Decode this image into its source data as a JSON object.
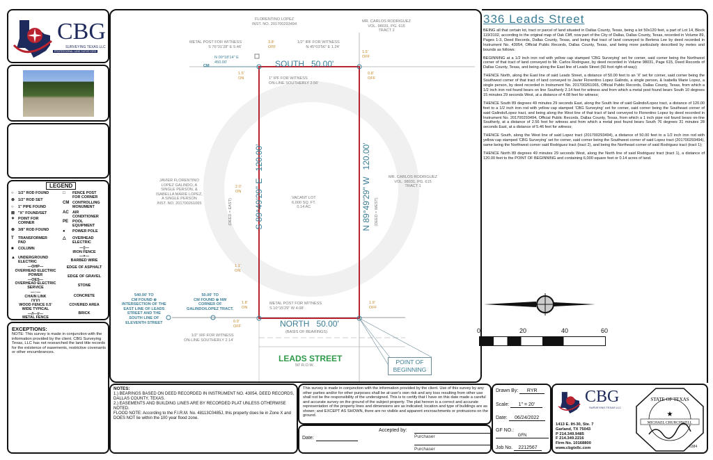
{
  "company": {
    "name": "CBG",
    "subtitle": "SURVEYING TEXAS LLC",
    "tagline": "PROFESSIONAL LAND SURVEYORS",
    "address": [
      "1413 E. IH-30, Ste. 7",
      "Garland, TX 75043",
      "P 214.349.9485",
      "F 214.349.2216",
      "Firm No. 10168800",
      "www.cbgtxllc.com"
    ],
    "colors": {
      "navy": "#1f2a5c",
      "red": "#b8232f"
    }
  },
  "legend": {
    "title": "LEGEND",
    "left": [
      "1/2\" ROD FOUND",
      "1/2\" ROD SET",
      "1\" PIPE FOUND",
      "\"X\" FOUND/SET",
      "POINT FOR\nCORNER",
      "3/8\" ROD FOUND",
      "TRANSFORMER\nPAD",
      "COLUMN",
      "UNDERGROUND\nELECTRIC"
    ],
    "left_symbols": [
      "○",
      "⊛",
      "○",
      "⊠",
      "✦",
      "⊛",
      "T",
      "■",
      "▲"
    ],
    "right": [
      "FENCE POST\nFOR CORNER",
      "CONTROLLING\nMONUMENT",
      "AIR\nCONDITIONER",
      "POOL\nEQUIPMENT",
      "POWER POLE",
      "OVERHEAD\nELECTRIC"
    ],
    "right_symbols": [
      "□",
      "CM",
      "AC",
      "PE",
      "●",
      "△"
    ],
    "lines": [
      "—OHP—\nOVERHEAD ELECTRIC\nPOWER",
      "—OES—\nOVERHEAD ELECTRIC\nSERVICE",
      "—○—\nCHAIN LINK",
      "⊓⊓⊓\nWOOD FENCE 0.5'\nWIDE TYPICAL",
      "—//—//—\nMETAL FENCE"
    ],
    "lines_right": [
      "—▯—\nIRON FENCE",
      "—×—\nBARBED WIRE",
      "EDGE OF ASPHALT",
      "EDGE OF GRAVEL",
      "STONE",
      "CONCRETE",
      "COVERED AREA",
      "BRICK"
    ]
  },
  "exceptions": {
    "title": "EXCEPTIONS:",
    "text": "NOTE: This survey is made in conjunction with the information provided by the client. CBG Surveying Texas, LLC has not researched the land title records for the existence of easements, restrictive covenants or other encumbrances."
  },
  "plat": {
    "north_owner": "FLORENTINO LOPEZ\nINST. NO. 201700293494",
    "east_owner_tract2": "MR. CARLOS RODRIGUEZ\nVOL. 98031, PG. 615\nTRACT 2",
    "east_owner_tract1": "MR. CARLOS RODRIGUEZ\nVOL. 98031, PG. 615\nTRACT 1",
    "west_owner": "JAVIER FLORENTINO\nLOPEZ GALINDO, A\nSINGLE PERSON, &\nISABELLA MARIE LOPEZ,\nA SINGLE PERSON\nINST. NO. 201700261065",
    "metal_post_nw": "METAL POST FOR WITNESS\nS 76°31'28\" E 5.46'",
    "irf_ne": "1/2\" IRF FOR WITNESS\nN 45°03'56\" E 1.24'",
    "ipf_nw": "1\" IPF FOR WITNESS\nON-LINE SOUTHERLY 2.56'",
    "cm_label": "CM",
    "cm_bearing": "N 00°18'14\" E\n450.00'",
    "top_call": "SOUTH   50.00'",
    "left_call": "S 89°49'29\" E   120.00'",
    "left_deed": "(DEED = EAST)",
    "right_call": "N 89°49'29\" W   120.00'",
    "right_deed": "(DEED = WEST)",
    "bottom_call": "NORTH   50.00'",
    "basis": "(BASIS OF BEARINGS)",
    "lot": "VACANT LOT\n6,000 SQ. FT.\n0.14 AC",
    "offsets": {
      "nw_off": "3.8'\nOFF",
      "nw_on": "1.5'\nON",
      "ne_off": "1.5'\nOFF",
      "ne_off2": "0.8'\nOFF",
      "w_on": "2.0'\nON",
      "sw_on1": "1.1'\nON",
      "sw_on2": "1.8'\nON",
      "sw_off": "0.9'\nOFF",
      "se_off": "1.9'\nOFF"
    },
    "metal_post_sw": "METAL POST FOR WITNESS\nS 10°15'29\" W 4.08'",
    "irf_sw": "1/2\" IRF FOR WITNESS\nON-LINE SOUTHERLY 2.14'",
    "cm_540": "540.00' TO\nCM FOUND ⊕\nINTERSECTION OF THE\nEAST LINE OF LEADS\nSTREET AND THE\nSOUTH LINE OF\nELEVENTH STREET",
    "cm_50": "50.00' TO\nCM FOUND ⊕ NW\nCORNER OF\nGALINDO/LOPEZ TRACT.",
    "street": "LEADS STREET",
    "row": "50' R.O.W.",
    "pob": "POINT OF\nBEGINNING",
    "colors": {
      "boundary": "#b8232f",
      "calls": "#3a7d96",
      "offsets": "#c98a2a",
      "street": "#2f9a4a"
    }
  },
  "scale_bar": {
    "ticks": [
      "0",
      "20",
      "40",
      "60"
    ]
  },
  "description": {
    "title": "336 Leads Street",
    "paragraphs": [
      "BEING all that certain lot, tract or parcel of land situated in Dallas County, Texas, being a lot 50x120 feet, a part of Lot 14, Block 119/3102, according to the original map of Oak Cliff, now part of the City of Dallas, Dallas County, Texas, recorded in Volume 89, Pages 1-3, Deed Records, Dallas County, Texas, and being that tract of land conveyed to Berlena Lee by deed recorded in Instrument No. 43054, Official Public Records, Dallas County, Texas, and being more particularly described by metes and bounds as follows:",
      "BEGINNING at a 1/2 inch iron rod with yellow cap stamped 'CBG Surveying' set for corner, said corner being the Northwest corner of that tract of land conveyed to Mr. Carlos Rodriguez, by deed recorded in Volume 98031, Page 615, Deed Records of Dallas County, Texas, and being along the East line of Leads Street (50 foot right-of-way);",
      "THENCE North, along the East line of said Leads Street, a distance of 50.00 feet to an 'X' set for corner, said corner being the Southwest corner of that tract of land conveyed to Javier Florentino Lopez Galindo, a single person, & Isabella Marie Lopez, a single person, by deed recorded in Instrument No. 201700261065, Official Public Records, Dallas County, Texas, from which a 1/2 inch iron rod found bears on line Southerly 2.14 feet for witness and from which a metal post found bears South 10 degrees 15 minutes 29 seconds West, at a distance of 4.08 feet for witness;",
      "THENCE South 89 degrees 49 minutes 29 seconds East, along the South line of said Galindo/Lopez tract, a distance of 120.00 feet to a 1/2 inch iron rod with yellow cap stamped 'CBG Surveying' set for corner, said corner being the Southeast corner of said Galindo/Lopez tract, and being along the West line of that tract of land conveyed to Florentino Lopez by deed recorded in Instrument No. 201700293494, Official Public Records, Dallas County, Texas, from which a 1 inch pipe rod found bears on-line Southerly, at a distance of 2.56 feet for witness and from which a metal post found bears South 76 degrees 31 minutes 28 seconds East, at a distance of 5.46 feet for witness;",
      "THENCE South, along the West line of said Lopez tract (201700293494), a distance of 50.00 feet to a 1/2 inch iron rod with yellow cap stamped 'CBG Surveying' set for corner, said corner being the Southwest corner of said Lopez tract (201700293494), same being the Northwest corner said Rodriguez tract (tract 2), and being the Northeast corner of said Rodriguez tract (tract 1);",
      "THENCE North 89 degrees 49 minutes 29 seconds West, along the North line of said Rodriguez tract (tract 1), a distance of 120.00 feet to the POINT OF BEGINNING and containing 6,000 square feet or 0.14 acres of land."
    ]
  },
  "notes": {
    "title": "NOTES:",
    "lines": [
      "1.) BEARINGS BASED ON DEED RECORDED IN INSTRUMENT NO. 43054, DEED RECORDS, DALLAS COUNTY, TEXAS.",
      "2.) EASEMENTS AND BUILDING LINES ARE BY RECORDED PLAT UNLESS OTHERWISE NOTED.",
      "FLOOD NOTE: According to the F.I.R.M. No. 48113C0485J, this property does lie in Zone X and DOES NOT lie within the 100 year flood zone."
    ]
  },
  "certification": "This survey is made in conjunction with the information provided by the client. Use of this survey by any other parties and/or for other purposes shall be at user's own risk and any loss resulting from other use shall not be the responsibility of the undersigned. This is to certify that I have on this date made a careful and accurate survey on the ground of the subject property. The plat hereon is a correct and accurate representation of the property lines and dimensions are as indicated; location and type of buildings are as shown; and EXCEPT AS SHOWN, there are no visible and apparent encroachments or protrusions on the ground.",
  "acceptance": {
    "accepted_by": "Accepted by:",
    "date": "Date:",
    "purchaser1": "Purchaser",
    "purchaser2": "Purchaser"
  },
  "info": {
    "drawn_by_label": "Drawn By:",
    "drawn_by": "RYR",
    "scale_label": "Scale:",
    "scale": "1\" = 20'",
    "date_label": "Date:",
    "date": "06/24/2022",
    "gf_label": "GF NO.:",
    "gf": "GFN",
    "job_label": "Job No.",
    "job": "2212567"
  },
  "seal": {
    "text": "STATE OF TEXAS · REGISTERED · MICHAEL CHURCHWELL · 6384 · LAND SURVEYOR",
    "name": "MICHAEL CHURCHWELL",
    "number": "6384"
  }
}
